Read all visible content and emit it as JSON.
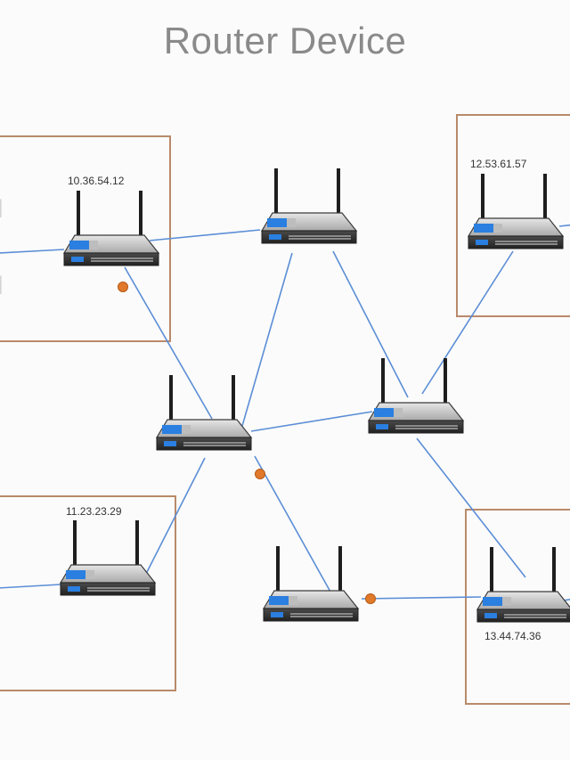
{
  "title": "Router Device",
  "labels": {
    "top_left": "10.36.54.12",
    "top_right": "12.53.61.57",
    "bottom_left": "11.23.23.29",
    "bottom_right": "13.44.74.36"
  },
  "colors": {
    "link": "#5b8ed6",
    "box_border": "#b98a6a",
    "marker": "#e07a2a",
    "router_led": "#2a7fe0"
  }
}
